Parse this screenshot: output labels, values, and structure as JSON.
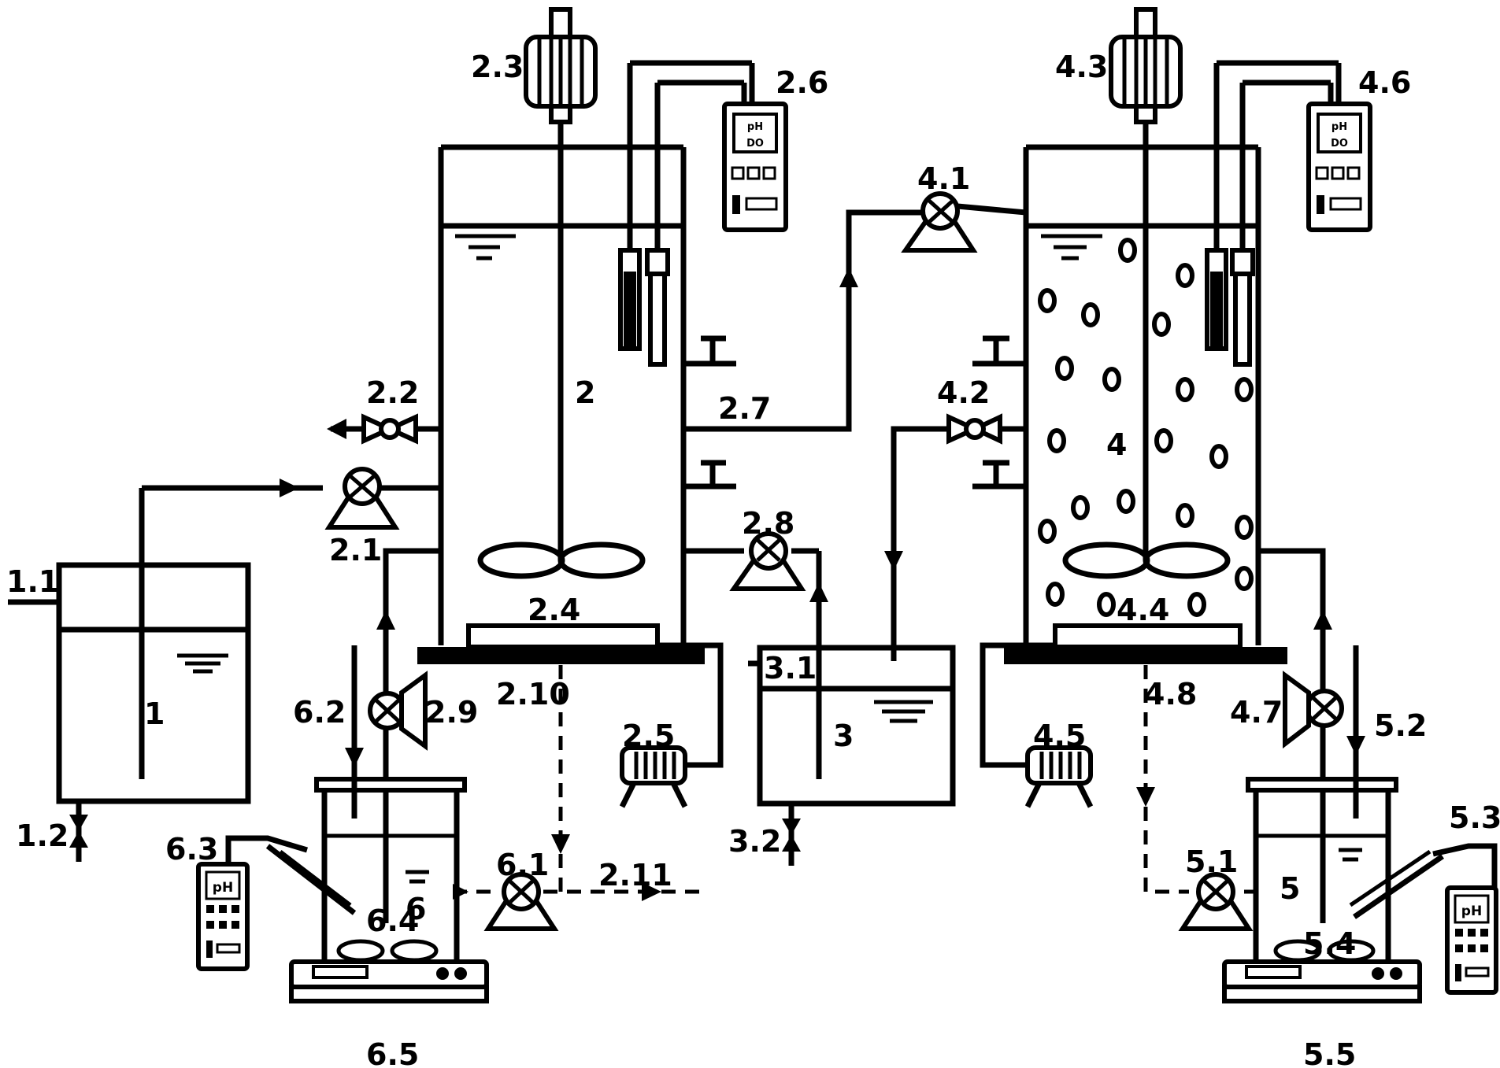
{
  "labels": {
    "l_1_1": "1.1",
    "l_1": "1",
    "l_1_2": "1.2",
    "l_2_1": "2.1",
    "l_2_2": "2.2",
    "l_2_3": "2.3",
    "l_2": "2",
    "l_2_4": "2.4",
    "l_2_5": "2.5",
    "l_2_6": "2.6",
    "l_2_7": "2.7",
    "l_2_8": "2.8",
    "l_2_9": "2.9",
    "l_2_10": "2.10",
    "l_2_11": "2.11",
    "l_3": "3",
    "l_3_1": "3.1",
    "l_3_2": "3.2",
    "l_4": "4",
    "l_4_1": "4.1",
    "l_4_2": "4.2",
    "l_4_3": "4.3",
    "l_4_4": "4.4",
    "l_4_5": "4.5",
    "l_4_6": "4.6",
    "l_4_7": "4.7",
    "l_4_8": "4.8",
    "l_5": "5",
    "l_5_1": "5.1",
    "l_5_2": "5.2",
    "l_5_3": "5.3",
    "l_5_4": "5.4",
    "l_5_5": "5.5",
    "l_6": "6",
    "l_6_1": "6.1",
    "l_6_2": "6.2",
    "l_6_3": "6.3",
    "l_6_4": "6.4",
    "l_6_5": "6.5"
  },
  "meter_text": {
    "ph": "pH",
    "do": "DO"
  }
}
